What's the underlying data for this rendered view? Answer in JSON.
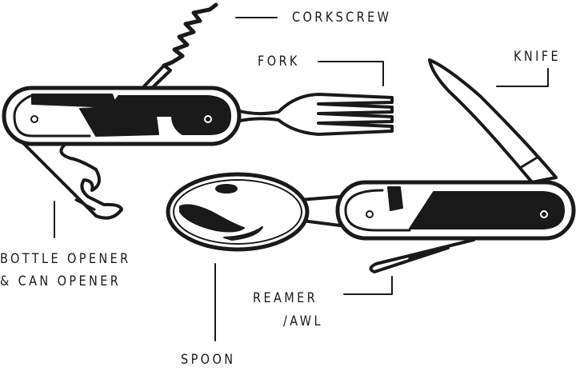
{
  "labels": {
    "corkscrew": "CORKSCREW",
    "fork": "FORK",
    "knife": "KNIFE",
    "bottle_opener_line1": "BOTTLE OPENER",
    "bottle_opener_line2": "& CAN OPENER",
    "spoon": "SPOON",
    "reamer_line1": "REAMER",
    "reamer_line2": "/AWL"
  },
  "colors": {
    "ink": "#1a1a1a",
    "background": "#ffffff"
  }
}
